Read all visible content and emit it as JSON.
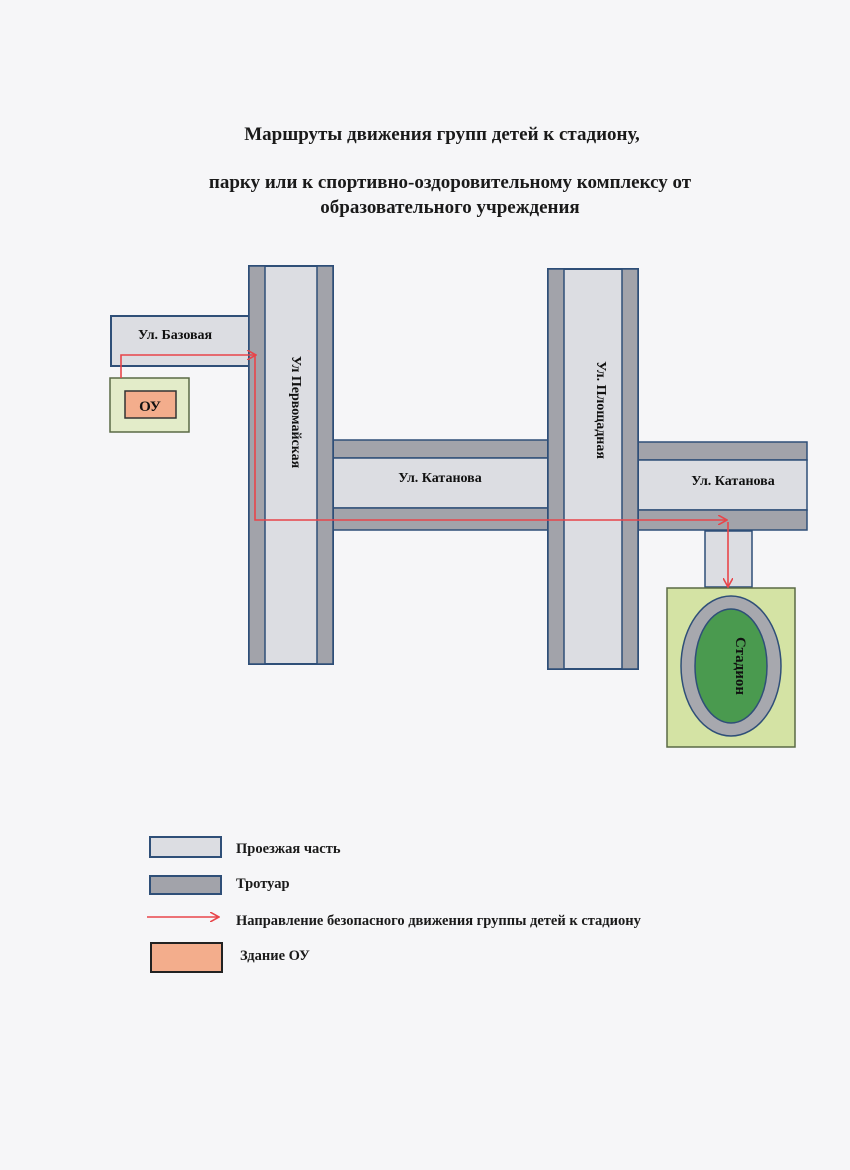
{
  "title": {
    "line1": "Маршруты движения групп детей к стадиону,",
    "line2": "парку или к спортивно-оздоровительному комплексу от",
    "line3": "образовательного учреждения"
  },
  "streets": {
    "bazovaya": "Ул. Базовая",
    "pervomayskaya": "Ул Первомайская",
    "ploshchadnaya": "Ул. Площадная",
    "katanova_1": "Ул. Катанова",
    "katanova_2": "Ул. Катанова"
  },
  "buildings": {
    "school": "ОУ",
    "stadium": "Стадион"
  },
  "legend": {
    "carriageway": "Проезжая часть",
    "sidewalk": "Тротуар",
    "route": "Направление  безопасного движения группы детей к стадиону",
    "school_building": "Здание ОУ"
  },
  "colors": {
    "carriageway": "#dcdde2",
    "sidewalk": "#a2a3aa",
    "outline": "#2f4f78",
    "route": "#e8454a",
    "school": "#f3ad8c",
    "school_lot": "#e3ecc9",
    "stadium_lot": "#d4e3a4",
    "stadium_field": "#4a9a4f"
  }
}
